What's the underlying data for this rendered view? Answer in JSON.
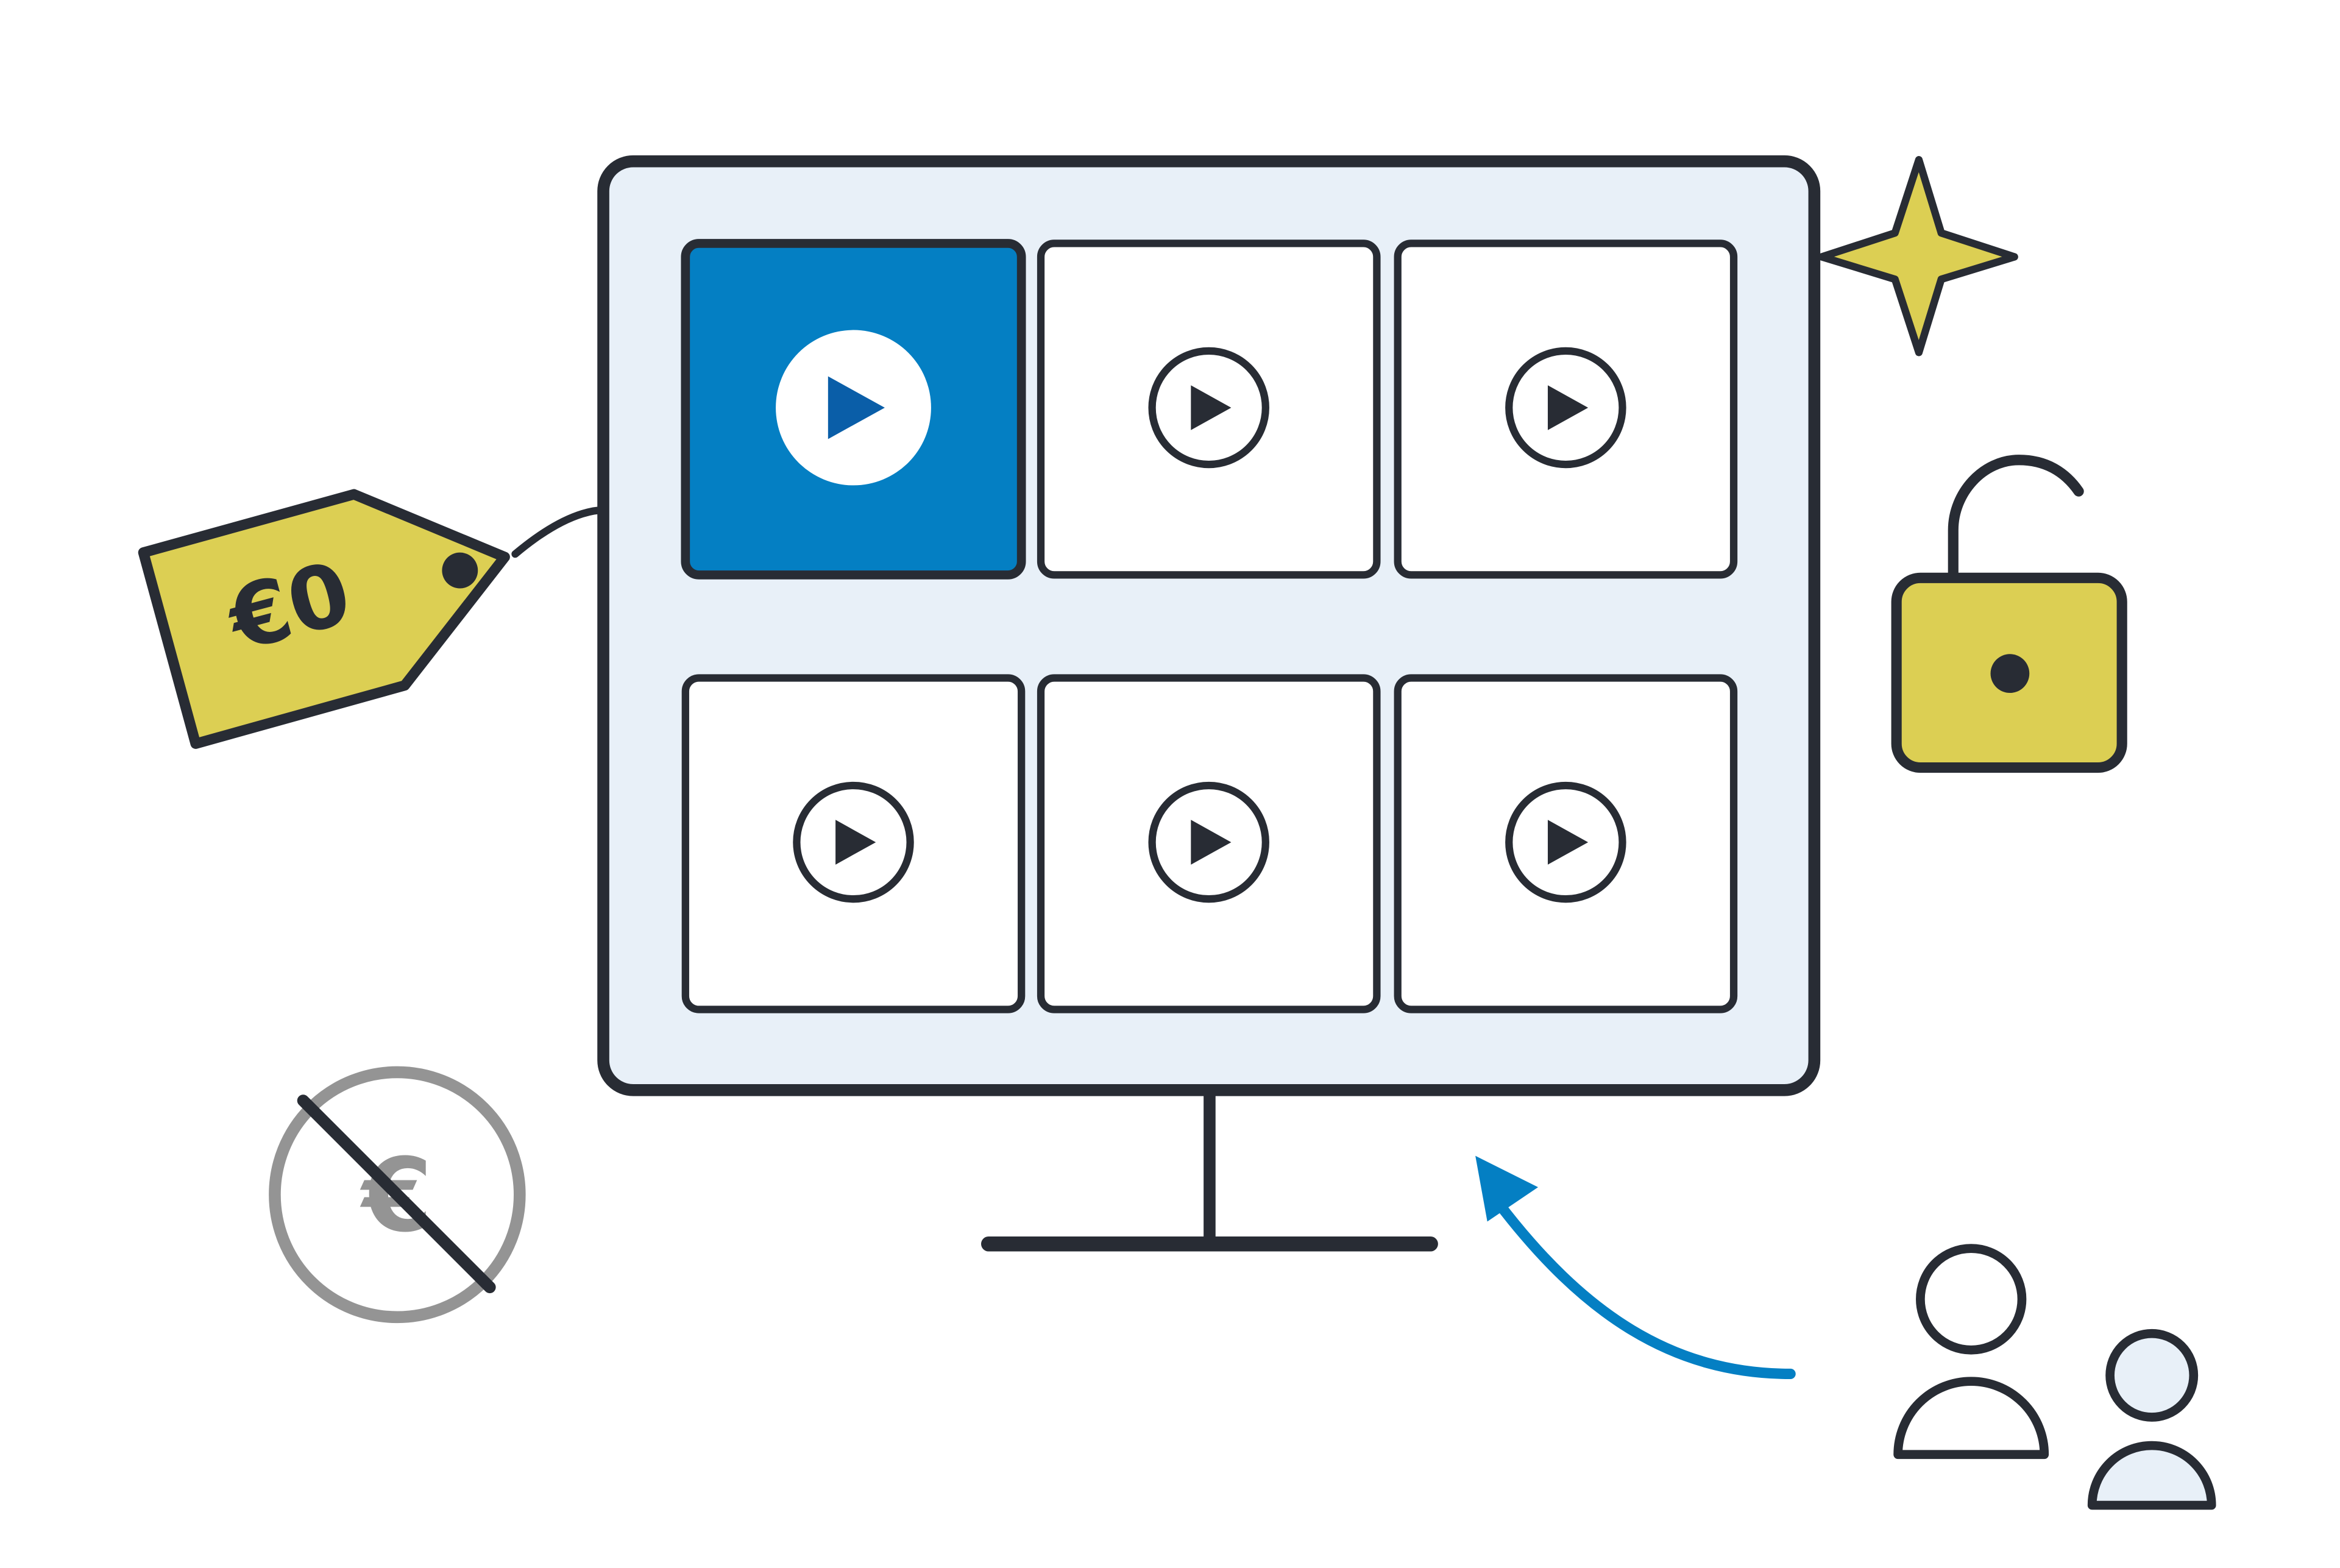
{
  "price_tag": {
    "label": "€0",
    "fill_color": "#dccf53"
  },
  "crossed_currency": {
    "symbol": "€",
    "color": "#949494"
  },
  "monitor": {
    "screen_color": "#e8f0f8",
    "outline_color": "#282c34",
    "active_tile_color": "#047fc3",
    "active_play_color": "#0a5ea8",
    "tiles": [
      {
        "state": "active",
        "icon": "play-icon"
      },
      {
        "state": "default",
        "icon": "play-icon"
      },
      {
        "state": "default",
        "icon": "play-icon"
      },
      {
        "state": "default",
        "icon": "play-icon"
      },
      {
        "state": "default",
        "icon": "play-icon"
      },
      {
        "state": "default",
        "icon": "play-icon"
      }
    ]
  },
  "sparkle": {
    "icon": "sparkle-icon",
    "color": "#dccf53"
  },
  "padlock": {
    "icon": "unlocked-padlock-icon",
    "state": "unlocked",
    "color": "#dccf53"
  },
  "arrow": {
    "icon": "curved-arrow-icon",
    "color": "#047fc3"
  },
  "users": {
    "icon": "users-icon",
    "count": 2,
    "secondary_fill": "#e8f0f8"
  }
}
